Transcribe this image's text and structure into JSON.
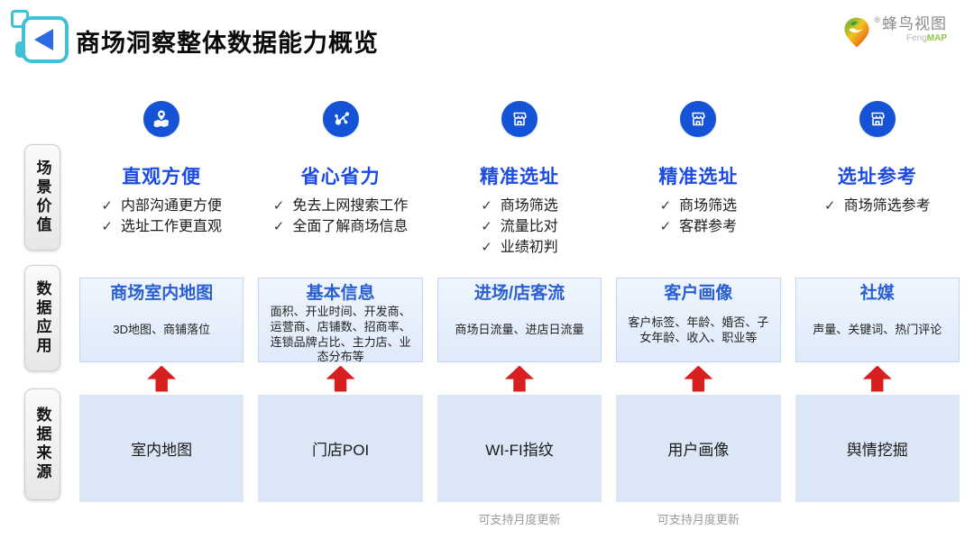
{
  "header": {
    "title": "商场洞察整体数据能力概览",
    "brand": {
      "name": "蜂鸟视图",
      "reg_mark": "®",
      "sub_gray": "Feng",
      "sub_green": "MAP"
    }
  },
  "row_labels": [
    {
      "id": "scene-value",
      "label": "场景价值"
    },
    {
      "id": "data-application",
      "label": "数据应用"
    },
    {
      "id": "data-source",
      "label": "数据来源"
    }
  ],
  "checkmark": "✓",
  "columns": [
    {
      "icon": "map-pin-icon",
      "value_title": "直观方便",
      "value_points": [
        "内部沟通更方便",
        "选址工作更直观"
      ],
      "app_title": "商场室内地图",
      "app_desc": "3D地图、商铺落位",
      "source": "室内地图",
      "note": ""
    },
    {
      "icon": "network-icon",
      "value_title": "省心省力",
      "value_points": [
        "免去上网搜索工作",
        "全面了解商场信息"
      ],
      "app_title": "基本信息",
      "app_desc": "面积、开业时间、开发商、运营商、店铺数、招商率、连锁品牌占比、主力店、业态分布等",
      "source": "门店POI",
      "note": ""
    },
    {
      "icon": "storefront-icon",
      "value_title": "精准选址",
      "value_points": [
        "商场筛选",
        "流量比对",
        "业绩初判"
      ],
      "app_title": "进场/店客流",
      "app_desc": "商场日流量、进店日流量",
      "source": "WI-FI指纹",
      "note": "可支持月度更新"
    },
    {
      "icon": "storefront-icon",
      "value_title": "精准选址",
      "value_points": [
        "商场筛选",
        "客群参考"
      ],
      "app_title": "客户画像",
      "app_desc": "客户标签、年龄、婚否、子女年龄、收入、职业等",
      "source": "用户画像",
      "note": "可支持月度更新"
    },
    {
      "icon": "storefront-icon",
      "value_title": "选址参考",
      "value_points": [
        "商场筛选参考"
      ],
      "app_title": "社媒",
      "app_desc": "声量、关键词、热门评论",
      "source": "舆情挖掘",
      "note": ""
    }
  ],
  "colors": {
    "accent_blue": "#1b4ae4",
    "box_title_blue": "#2a5fd3",
    "icon_circle_blue": "#1553d6",
    "arrow_red": "#d81f1f",
    "app_box_bg": "#e6effb",
    "source_box_bg": "#dbe6f7",
    "brand_teal": "#41c1d6",
    "brand_green": "#8dc63f"
  }
}
